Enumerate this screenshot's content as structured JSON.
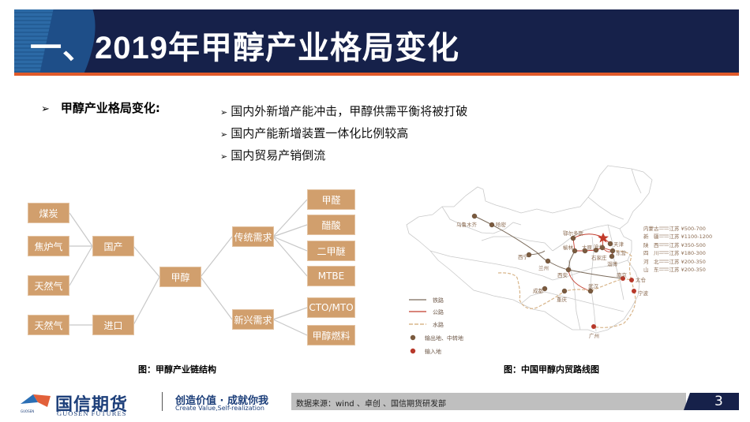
{
  "header": {
    "title": "一、2019年甲醇产业格局变化"
  },
  "content": {
    "main_bullet": {
      "arrow": "➢",
      "label": "甲醇产业格局变化:"
    },
    "sub_bullets": [
      {
        "arrow": "➢",
        "text": "国内外新增产能冲击，甲醇供需平衡将被打破"
      },
      {
        "arrow": "➢",
        "text": "国内产能新增装置一体化比例较高"
      },
      {
        "arrow": "➢",
        "text": "国内贸易产销倒流"
      }
    ]
  },
  "diagram": {
    "caption": "图：甲醇产业链结构",
    "colors": {
      "box": "#d19f6d",
      "line": "#c8c8c8"
    },
    "sources": [
      "煤炭",
      "焦炉气",
      "天然气",
      "天然气"
    ],
    "origins": [
      "国产",
      "进口"
    ],
    "center": "甲醇",
    "demand_types": [
      "传统需求",
      "新兴需求"
    ],
    "traditional_products": [
      "甲醛",
      "醋酸",
      "二甲醚",
      "MTBE"
    ],
    "emerging_products": [
      "CTO/MTO",
      "甲醇燃料"
    ]
  },
  "map": {
    "caption": "图：中国甲醇内贸路线图",
    "colors": {
      "rail": "#7a6a5a",
      "road": "#c23a2a",
      "water": "#d8b58a",
      "export_dot": "#7a5a3e",
      "import_dot": "#b7382a"
    },
    "legend": [
      {
        "type": "line",
        "label": "铁路"
      },
      {
        "type": "line",
        "label": "公路"
      },
      {
        "type": "dash",
        "label": "水路"
      },
      {
        "type": "dot",
        "label": "输出地、中转地"
      },
      {
        "type": "dot",
        "label": "输入地"
      }
    ],
    "cities": {
      "urumqi": "乌鲁木齐",
      "hami": "哈密",
      "xining": "西宁",
      "lanzhou": "兰州",
      "xian": "西安",
      "yulin": "榆林",
      "ordos": "鄂尔多斯",
      "taiyuan": "太原",
      "cangzhou": "沧州",
      "tianjin": "天津",
      "shijiazhuang": "石家庄",
      "dongying": "东营",
      "zibo": "淄博",
      "nanjing": "南京",
      "taicang": "太仓",
      "ningbo": "宁波",
      "wuhan": "武汉",
      "chongqing": "重庆",
      "chengdu": "成都",
      "guangzhou": "广州"
    },
    "freight_costs": [
      {
        "from": "内蒙古",
        "to": "江苏",
        "price": "¥500-700"
      },
      {
        "from": "新　疆",
        "to": "江苏",
        "price": "¥1100-1200"
      },
      {
        "from": "陕　西",
        "to": "江苏",
        "price": "¥350-500"
      },
      {
        "from": "四　川",
        "to": "江苏",
        "price": "¥180-300"
      },
      {
        "from": "河　北",
        "to": "江苏",
        "price": "¥200-350"
      },
      {
        "from": "山　东",
        "to": "江苏",
        "price": "¥200-350"
      }
    ]
  },
  "footer": {
    "logo_cn": "国信期货",
    "logo_en": "GUOSEN FUTURES",
    "logo_small": "GUOSEN",
    "slogan_cn": "创造价值 · 成就你我",
    "slogan_en": "Create Value,Self-realization",
    "source": "数据来源：wind 、卓创 、国信期货研发部",
    "page_number": "3"
  }
}
